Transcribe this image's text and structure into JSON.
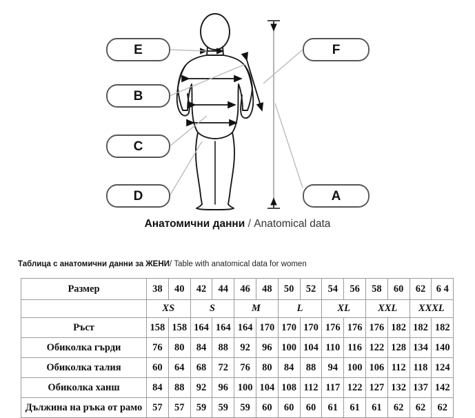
{
  "diagram": {
    "caption_bg": "Анатомични данни",
    "caption_sep": " / ",
    "caption_en": "Anatomical data",
    "labels": [
      {
        "id": "E",
        "text": "E",
        "side": "left",
        "measure": "neck"
      },
      {
        "id": "B",
        "text": "B",
        "side": "left",
        "measure": "bust"
      },
      {
        "id": "C",
        "text": "C",
        "side": "left",
        "measure": "waist"
      },
      {
        "id": "D",
        "text": "D",
        "side": "left",
        "measure": "hip"
      },
      {
        "id": "F",
        "text": "F",
        "side": "right",
        "measure": "arm-length"
      },
      {
        "id": "A",
        "text": "A",
        "side": "right",
        "measure": "height"
      }
    ],
    "figure": "female-mannequin-back-view",
    "colors": {
      "outline": "#1a1a1a",
      "leader_line": "#b5b5b5",
      "box_border": "#555555",
      "box_fill": "#ffffff"
    }
  },
  "table": {
    "title_bg": "Таблица с анатомични данни за ЖЕНИ",
    "title_sep": "/ ",
    "title_en": "Table with anatomical data for women",
    "header_label": "Размер",
    "group_label": "",
    "sizes": [
      "38",
      "40",
      "42",
      "44",
      "46",
      "48",
      "50",
      "52",
      "54",
      "56",
      "58",
      "60",
      "62",
      "6 4"
    ],
    "size_groups": [
      {
        "label": "XS",
        "span": 2
      },
      {
        "label": "S",
        "span": 2
      },
      {
        "label": "M",
        "span": 2
      },
      {
        "label": "L",
        "span": 2
      },
      {
        "label": "XL",
        "span": 2
      },
      {
        "label": "XXL",
        "span": 2
      },
      {
        "label": "XXXL",
        "span": 2
      }
    ],
    "rows": [
      {
        "label": "Ръст",
        "values": [
          "158",
          "158",
          "164",
          "164",
          "164",
          "170",
          "170",
          "170",
          "176",
          "176",
          "176",
          "182",
          "182",
          "182"
        ]
      },
      {
        "label": "Обиколка гърди",
        "values": [
          "76",
          "80",
          "84",
          "88",
          "92",
          "96",
          "100",
          "104",
          "110",
          "116",
          "122",
          "128",
          "134",
          "140"
        ]
      },
      {
        "label": "Обиколка талия",
        "values": [
          "60",
          "64",
          "68",
          "72",
          "76",
          "80",
          "84",
          "88",
          "94",
          "100",
          "106",
          "112",
          "118",
          "124"
        ]
      },
      {
        "label": "Обиколка ханш",
        "values": [
          "84",
          "88",
          "92",
          "96",
          "100",
          "104",
          "108",
          "112",
          "117",
          "122",
          "127",
          "132",
          "137",
          "142"
        ]
      },
      {
        "label": "Дължина на ръка от рамо",
        "values": [
          "57",
          "57",
          "59",
          "59",
          "59",
          "60",
          "60",
          "60",
          "61",
          "61",
          "61",
          "62",
          "62",
          "62"
        ]
      }
    ],
    "colors": {
      "header_bg": "#e7e7e7",
      "cell_bg": "#ffffff",
      "border": "#9a9a9a",
      "text": "#111111"
    }
  }
}
